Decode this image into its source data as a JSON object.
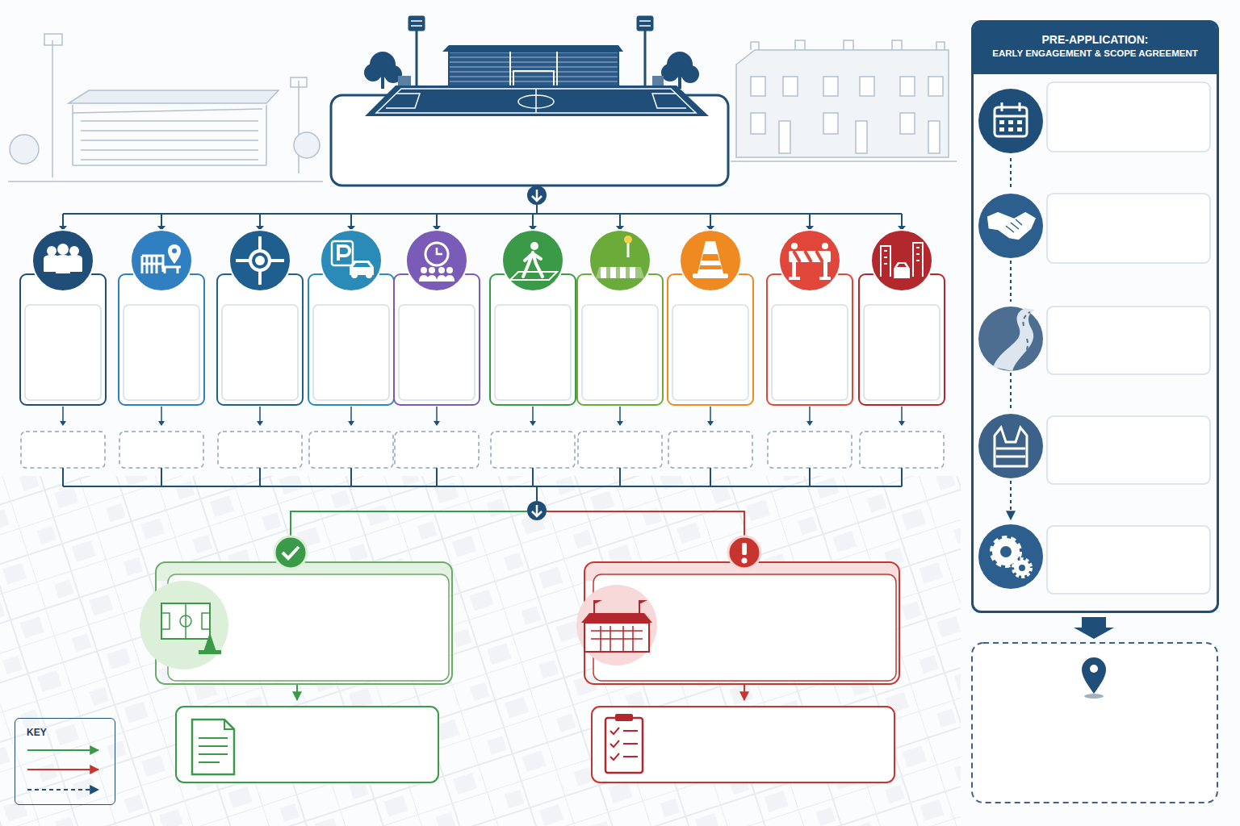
{
  "diagram": {
    "nodes": [
      {
        "text": [
          "PRE-APPLICATION:",
          "EARLY ENGAGEMENT & SCOPE AGREEMENT"
        ]
      },
      {
        "text": [
          "KEY"
        ]
      }
    ]
  }
}
